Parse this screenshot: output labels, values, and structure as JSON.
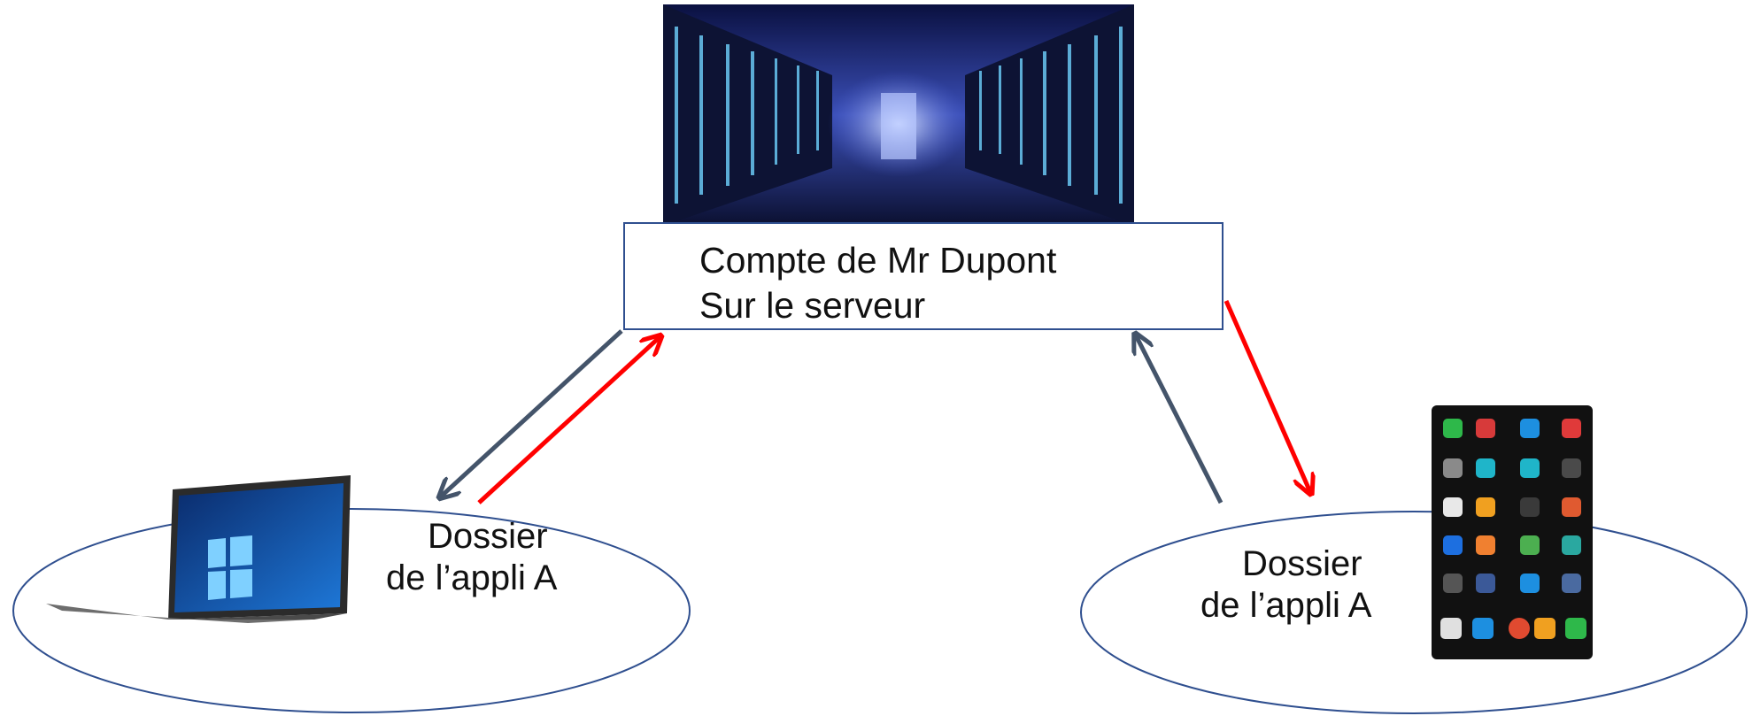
{
  "server": {
    "image_icon": "server-room-image",
    "account_line1": "Compte de Mr Dupont",
    "account_line2": "Sur le serveur"
  },
  "left_device": {
    "icon": "laptop-icon",
    "folder_line1": "Dossier",
    "folder_line2": "de l’appli A"
  },
  "right_device": {
    "icon": "smartphone-icon",
    "folder_line1": "Dossier",
    "folder_line2": "de l’appli A"
  },
  "colors": {
    "download_arrow": "#44546a",
    "upload_arrow": "#ff0000",
    "outline": "#2f4f8f"
  }
}
